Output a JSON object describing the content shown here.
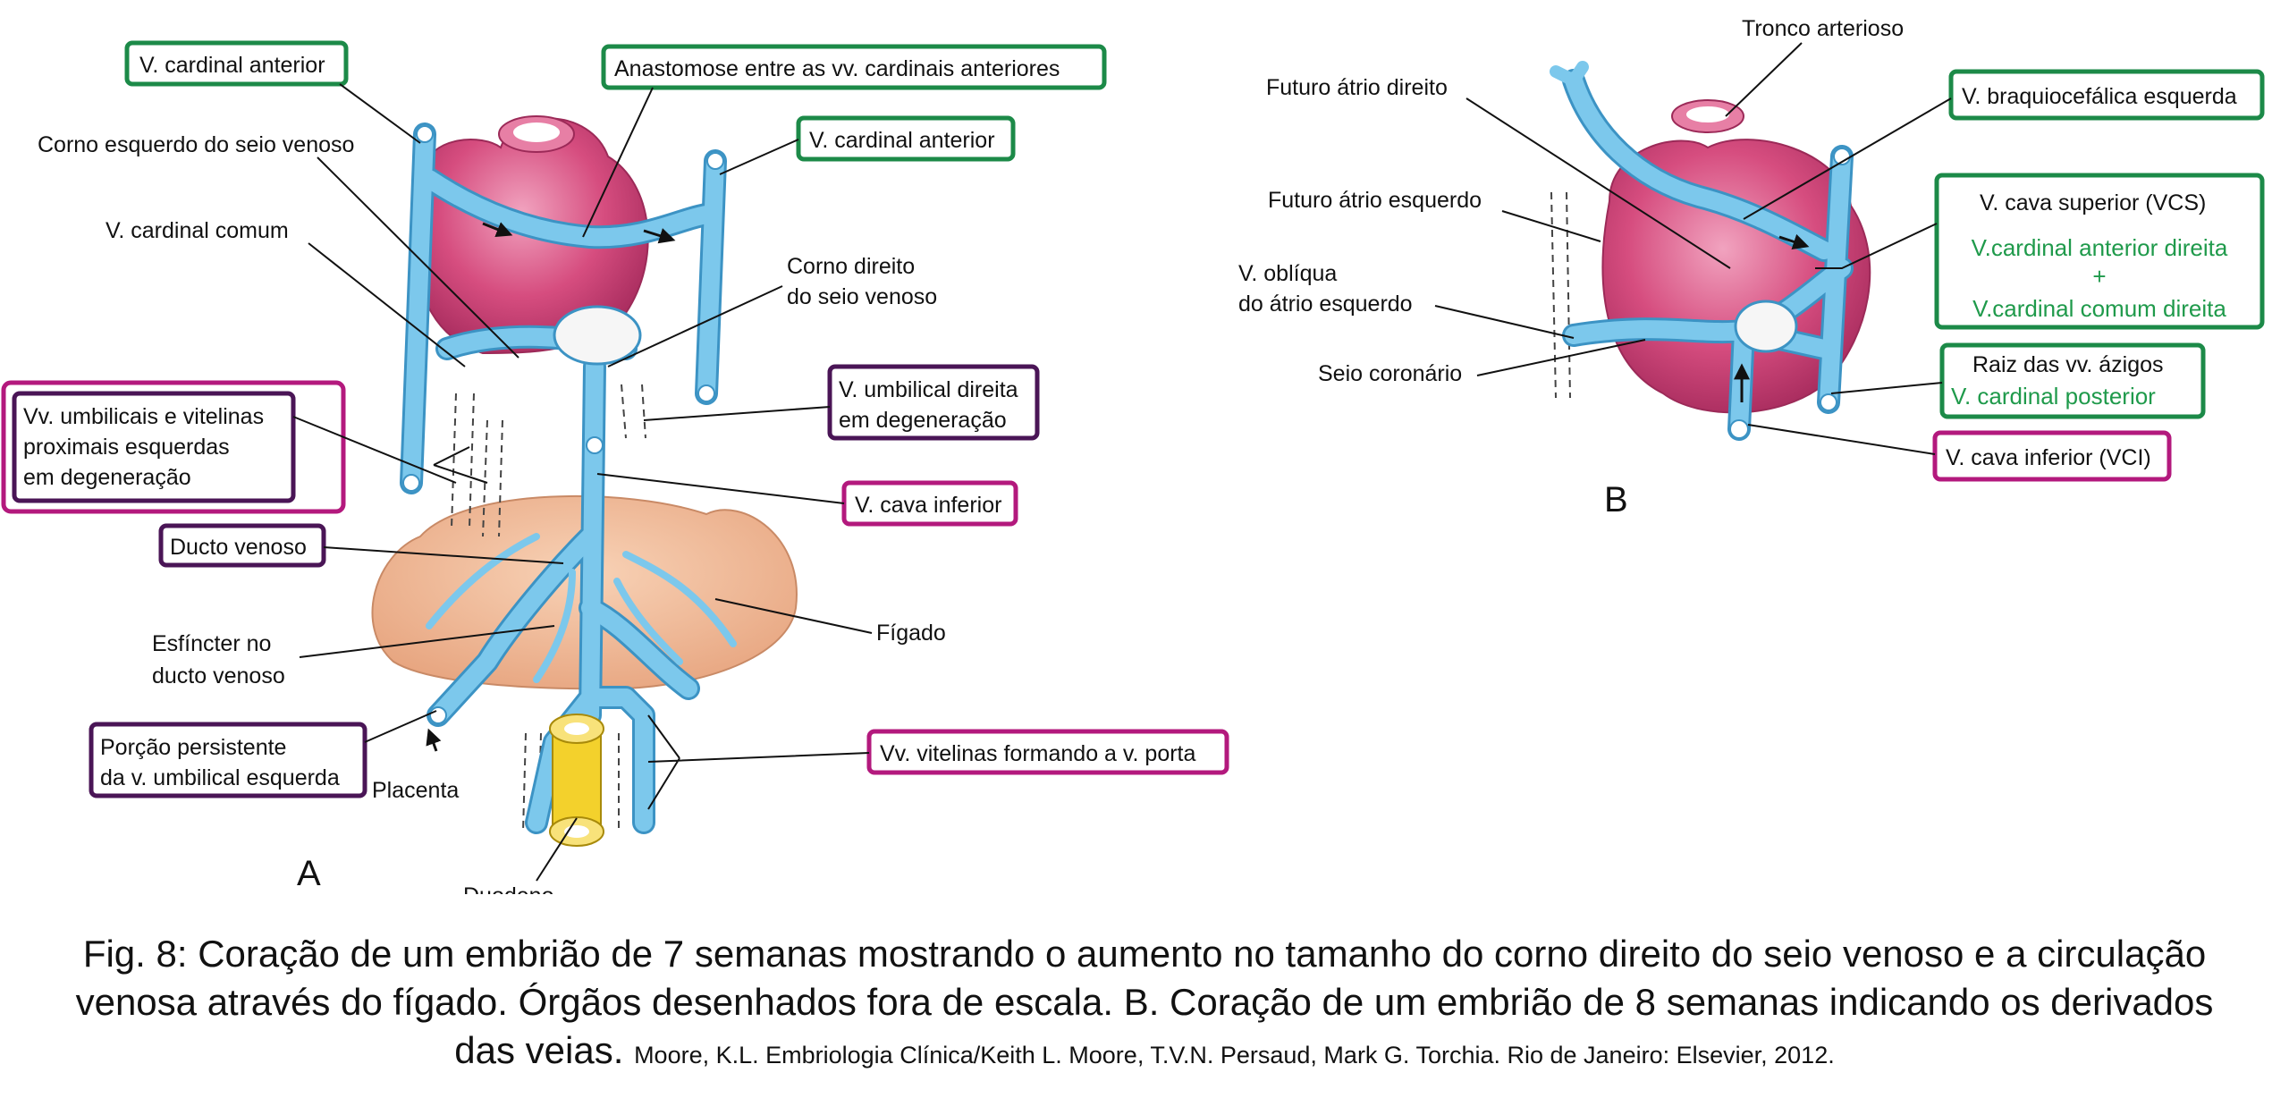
{
  "panel_a": {
    "letter": "A",
    "labels": {
      "v_cardinal_anterior_left": "V. cardinal anterior",
      "anastomose": "Anastomose entre as vv. cardinais anteriores",
      "v_cardinal_anterior_right": "V. cardinal anterior",
      "corno_esquerdo": "Corno esquerdo do seio venoso",
      "v_cardinal_comum": "V. cardinal comum",
      "corno_direito_1": "Corno direito",
      "corno_direito_2": "do seio venoso",
      "umbilicais_1": "Vv. umbilicais e vitelinas",
      "umbilicais_2": "proximais esquerdas",
      "umbilicais_3": "em degeneração",
      "umbilical_direita_1": "V. umbilical direita",
      "umbilical_direita_2": "em degeneração",
      "cava_inferior": "V. cava inferior",
      "ducto_venoso": "Ducto venoso",
      "esfincter_1": "Esfíncter no",
      "esfincter_2": "ducto venoso",
      "figado": "Fígado",
      "porcao_1": "Porção persistente",
      "porcao_2": "da v. umbilical esquerda",
      "placenta": "Placenta",
      "vitelinas": "Vv. vitelinas formando a v. porta",
      "duodeno": "Duodeno"
    }
  },
  "panel_b": {
    "letter": "B",
    "labels": {
      "tronco": "Tronco arterioso",
      "futuro_atrio_direito": "Futuro átrio direito",
      "braquiocefalica": "V. braquiocefálica esquerda",
      "futuro_atrio_esquerdo": "Futuro átrio esquerdo",
      "vcs": "V. cava superior (VCS)",
      "vcs_green_1": "V.cardinal anterior direita",
      "vcs_green_plus": "+",
      "vcs_green_2": "V.cardinal comum direita",
      "obliqua_1": "V. oblíqua",
      "obliqua_2": "do átrio esquerdo",
      "seio_coronario": "Seio coronário",
      "azigos": "Raiz das vv. ázigos",
      "azigos_green": "V. cardinal posterior",
      "vci": "V. cava inferior (VCI)"
    }
  },
  "colors": {
    "box_green": "#1c8a48",
    "box_magenta": "#b3197d",
    "box_purple": "#4a1556",
    "green_text": "#1f9a4b",
    "vein": "#7cc8ec",
    "heart": "#d64d7f",
    "liver": "#f0b48d",
    "duodenum": "#f3d12c"
  },
  "caption": {
    "main": "Fig. 8: Coração de um embrião de 7 semanas mostrando o aumento no tamanho do corno direito do seio venoso e a circulação venosa através do fígado. Órgãos desenhados fora de escala. B. Coração de um embrião de 8 semanas indicando os derivados das veias.",
    "reference": "Moore, K.L. Embriologia Clínica/Keith L. Moore, T.V.N. Persaud, Mark G. Torchia. Rio de Janeiro: Elsevier, 2012."
  }
}
